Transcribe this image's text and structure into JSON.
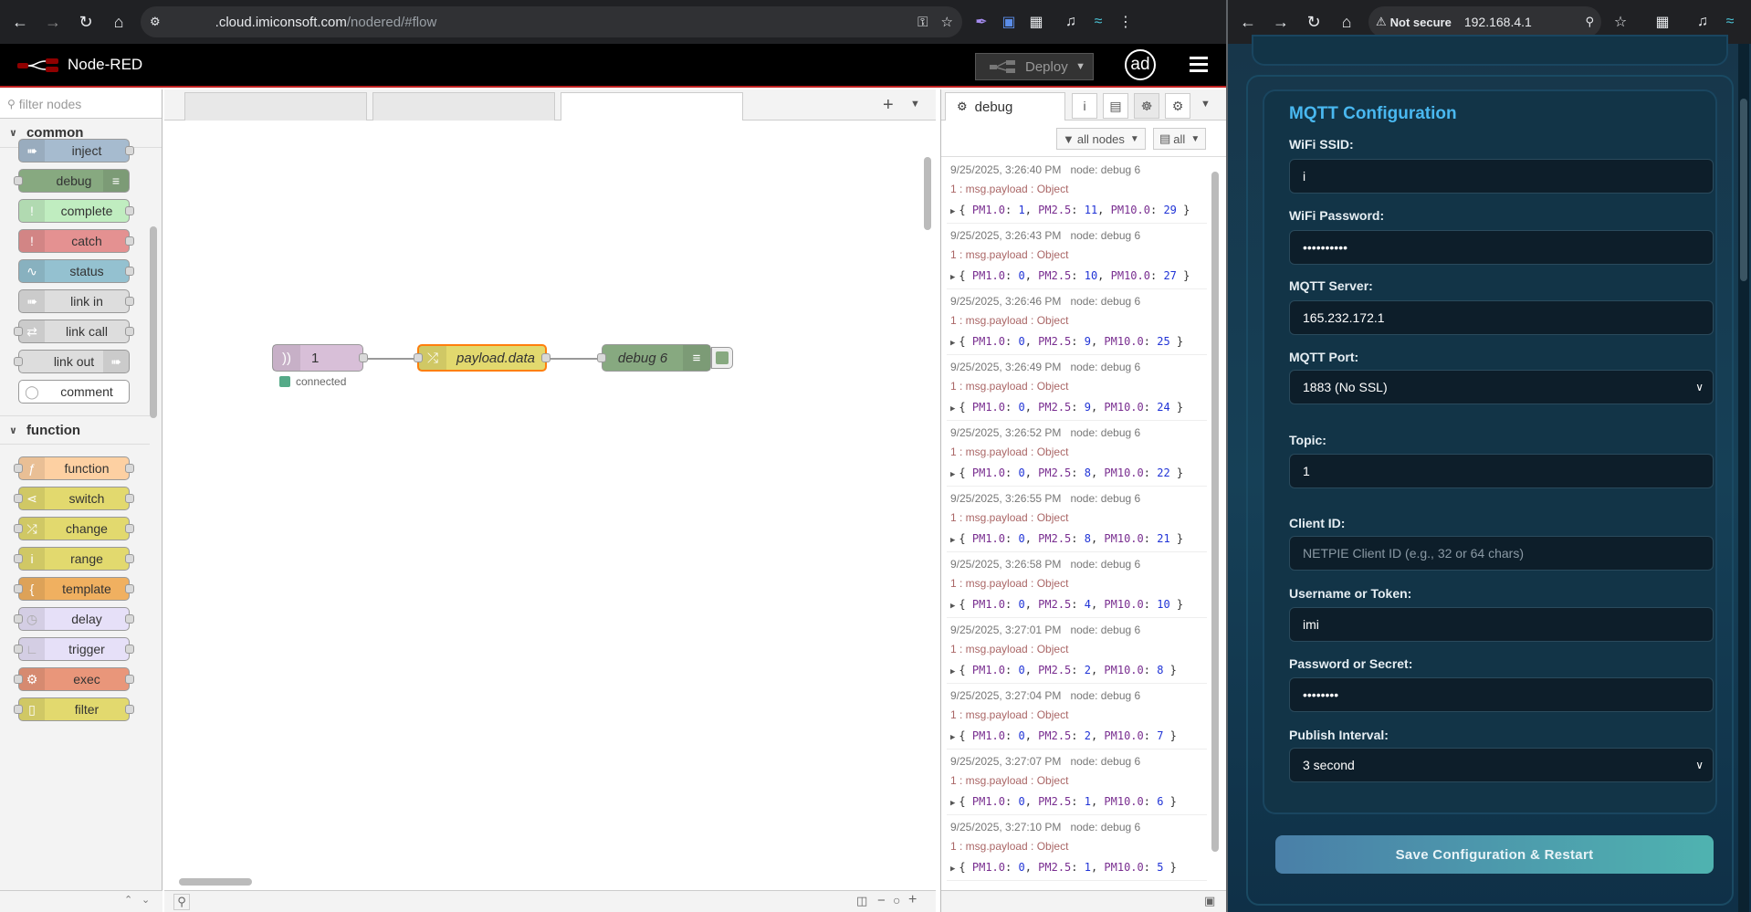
{
  "left_browser": {
    "url_domain": ".cloud.imiconsoft.com",
    "url_path": "/nodered/#flow"
  },
  "nodered": {
    "title": "Node-RED",
    "deploy_label": "Deploy",
    "avatar_text": "ad",
    "palette": {
      "search_placeholder": "filter nodes",
      "categories": [
        "common",
        "function"
      ],
      "common_nodes": [
        "inject",
        "debug",
        "complete",
        "catch",
        "status",
        "link in",
        "link call",
        "link out",
        "comment"
      ],
      "function_nodes": [
        "function",
        "switch",
        "change",
        "range",
        "template",
        "delay",
        "trigger",
        "exec",
        "filter"
      ]
    },
    "flow": {
      "inject_label": "1",
      "inject_status": "connected",
      "change_label": "payload.data",
      "debug_label": "debug 6"
    },
    "sidebar": {
      "tab_label": "debug",
      "filter_label": "all nodes",
      "clear_label": "all",
      "messages": [
        {
          "time": "9/25/2025, 3:26:40 PM",
          "node": "node: debug 6",
          "topic": "1 : msg.payload : Object",
          "pm1": "1",
          "pm25": "11",
          "pm10": "29"
        },
        {
          "time": "9/25/2025, 3:26:43 PM",
          "node": "node: debug 6",
          "topic": "1 : msg.payload : Object",
          "pm1": "0",
          "pm25": "10",
          "pm10": "27"
        },
        {
          "time": "9/25/2025, 3:26:46 PM",
          "node": "node: debug 6",
          "topic": "1 : msg.payload : Object",
          "pm1": "0",
          "pm25": "9",
          "pm10": "25"
        },
        {
          "time": "9/25/2025, 3:26:49 PM",
          "node": "node: debug 6",
          "topic": "1 : msg.payload : Object",
          "pm1": "0",
          "pm25": "9",
          "pm10": "24"
        },
        {
          "time": "9/25/2025, 3:26:52 PM",
          "node": "node: debug 6",
          "topic": "1 : msg.payload : Object",
          "pm1": "0",
          "pm25": "8",
          "pm10": "22"
        },
        {
          "time": "9/25/2025, 3:26:55 PM",
          "node": "node: debug 6",
          "topic": "1 : msg.payload : Object",
          "pm1": "0",
          "pm25": "8",
          "pm10": "21"
        },
        {
          "time": "9/25/2025, 3:26:58 PM",
          "node": "node: debug 6",
          "topic": "1 : msg.payload : Object",
          "pm1": "0",
          "pm25": "4",
          "pm10": "10"
        },
        {
          "time": "9/25/2025, 3:27:01 PM",
          "node": "node: debug 6",
          "topic": "1 : msg.payload : Object",
          "pm1": "0",
          "pm25": "2",
          "pm10": "8"
        },
        {
          "time": "9/25/2025, 3:27:04 PM",
          "node": "node: debug 6",
          "topic": "1 : msg.payload : Object",
          "pm1": "0",
          "pm25": "2",
          "pm10": "7"
        },
        {
          "time": "9/25/2025, 3:27:07 PM",
          "node": "node: debug 6",
          "topic": "1 : msg.payload : Object",
          "pm1": "0",
          "pm25": "1",
          "pm10": "6"
        },
        {
          "time": "9/25/2025, 3:27:10 PM",
          "node": "node: debug 6",
          "topic": "1 : msg.payload : Object",
          "pm1": "0",
          "pm25": "1",
          "pm10": "5"
        }
      ]
    }
  },
  "right_browser": {
    "security_label": "Not secure",
    "url": "192.168.4.1"
  },
  "config": {
    "title": "MQTT Configuration",
    "wifi_ssid_label": "WiFi SSID:",
    "wifi_ssid_value": "i",
    "wifi_password_label": "WiFi Password:",
    "wifi_password_value": "••••••••••",
    "mqtt_server_label": "MQTT Server:",
    "mqtt_server_value": "165.232.172.1",
    "mqtt_port_label": "MQTT Port:",
    "mqtt_port_value": "1883 (No SSL)",
    "topic_label": "Topic:",
    "topic_value": "1",
    "client_id_label": "Client ID:",
    "client_id_placeholder": "NETPIE Client ID (e.g., 32 or 64 chars)",
    "username_label": "Username or Token:",
    "username_value": "imi",
    "password_label": "Password or Secret:",
    "password_value": "••••••••",
    "interval_label": "Publish Interval:",
    "interval_value": "3 second",
    "save_label": "Save Configuration & Restart"
  }
}
